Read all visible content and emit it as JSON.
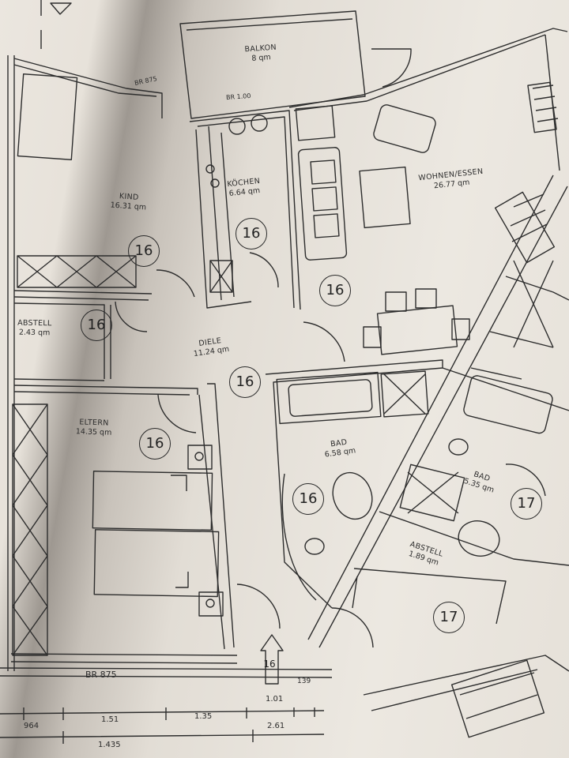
{
  "rooms": [
    {
      "name": "BALKON",
      "area": "8 qm"
    },
    {
      "name": "KIND",
      "area": "16.31 qm"
    },
    {
      "name": "KÖCHEN",
      "area": "6.64 qm"
    },
    {
      "name": "WOHNEN/ESSEN",
      "area": "26.77 qm"
    },
    {
      "name": "ABSTELL",
      "area": "2.43 qm"
    },
    {
      "name": "DIELE",
      "area": "11.24 qm"
    },
    {
      "name": "ELTERN",
      "area": "14.35 qm"
    },
    {
      "name": "BAD",
      "area": "6.58 qm"
    },
    {
      "name": "BAD",
      "area": "5.35 qm"
    },
    {
      "name": "ABSTELL",
      "area": "1.89 qm"
    }
  ],
  "markers": [
    "16",
    "16",
    "16",
    "16",
    "16",
    "16",
    "16",
    "16",
    "17",
    "17"
  ],
  "labels": {
    "br_kind": "BR 875",
    "br_balkon": "BR 1.00",
    "br_eltern": "BR 875",
    "entry_marker": "16"
  },
  "dimensions": [
    "964",
    "1.51",
    "1.35",
    "1.01",
    "139",
    "2.61",
    "1.435"
  ]
}
